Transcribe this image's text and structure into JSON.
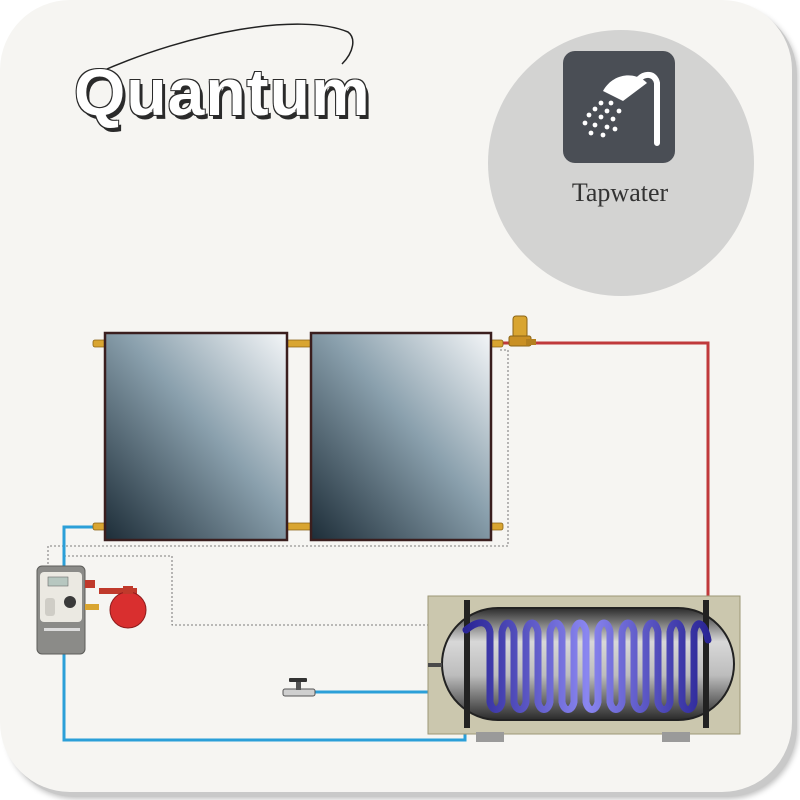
{
  "brand": {
    "name": "Quantum"
  },
  "mode": {
    "label": "Tapwater",
    "icon": "shower-icon"
  },
  "colors": {
    "hot_pipe": "#c0393b",
    "cold_pipe": "#2b9fd8",
    "mode_tile": "#4a4e55",
    "mode_circle": "#d3d3d2",
    "coil": "#4c46c8"
  },
  "components": [
    "solar-collector",
    "solar-collector",
    "air-vent-valve",
    "pump-station",
    "expansion-vessel",
    "storage-tank",
    "cold-water-tap"
  ]
}
